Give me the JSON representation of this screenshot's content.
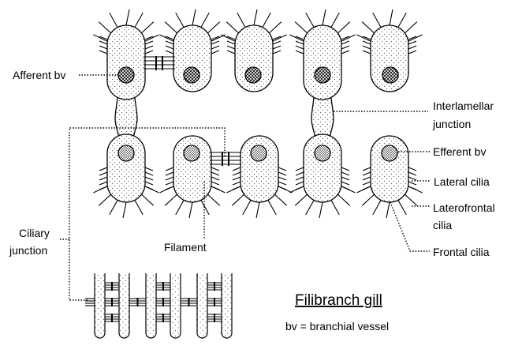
{
  "labels": {
    "afferent_bv": "Afferent bv",
    "interlamellar_1": "Interlamellar",
    "interlamellar_2": "junction",
    "efferent_bv": "Efferent bv",
    "lateral_cilia": "Lateral cilia",
    "laterofrontal_1": "Laterofrontal",
    "laterofrontal_2": "cilia",
    "frontal_cilia": "Frontal cilia",
    "ciliary_1": "Ciliary",
    "ciliary_2": "junction",
    "filament": "Filament"
  },
  "title": "Filibranch gill",
  "legend": "bv = branchial vessel"
}
